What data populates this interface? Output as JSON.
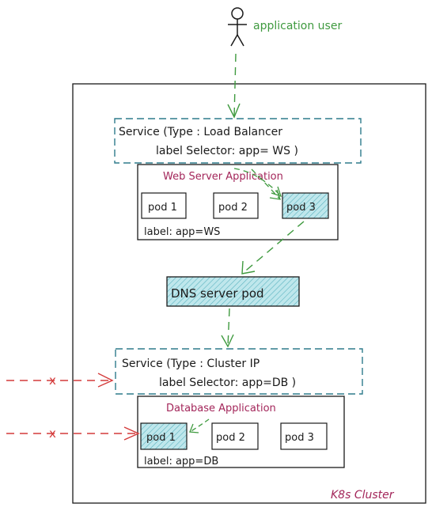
{
  "actor": {
    "label": "application user"
  },
  "cluster": {
    "label": "K8s Cluster"
  },
  "lb_service": {
    "line1": "Service (Type : Load Balancer",
    "line2": "label Selector: app= WS )"
  },
  "web_app": {
    "title": "Web Server Application",
    "pods": [
      "pod 1",
      "pod 2",
      "pod 3"
    ],
    "label": "label: app=WS"
  },
  "dns": {
    "label": "DNS server pod"
  },
  "cluster_ip_service": {
    "line1": "Service (Type : Cluster IP",
    "line2": "label Selector: app=DB )"
  },
  "db_app": {
    "title": "Database Application",
    "pods": [
      "pod 1",
      "pod 2",
      "pod 3"
    ],
    "label": "label: app=DB"
  },
  "blocked_marker": "x",
  "colors": {
    "ink": "#1a1a1a",
    "service_border": "#2e7b8c",
    "app_title": "#a3265a",
    "user_flow": "#3f9a3f",
    "blocked_flow": "#d43a3a",
    "pod_fill": "#a9dde3"
  }
}
